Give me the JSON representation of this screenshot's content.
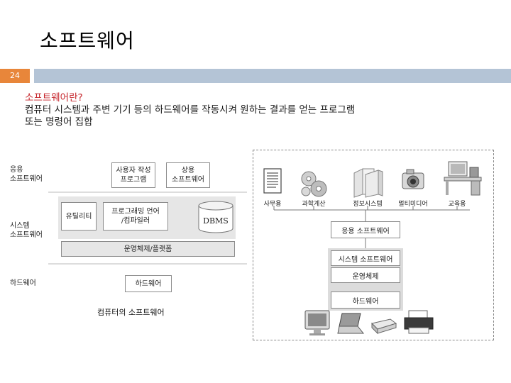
{
  "slide": {
    "title": "소프트웨어",
    "page_number": "24"
  },
  "body": {
    "heading": "소프트웨어란?",
    "line1": "컴퓨터 시스템과 주변 기기 등의 하드웨어를 작동시켜 원하는 결과를 얻는 프로그램",
    "line2": "또는 명령어 집합"
  },
  "left_diagram": {
    "side_labels": {
      "application": [
        "응용",
        "소프트웨어"
      ],
      "system": [
        "시스템",
        "소프트웨어"
      ],
      "hardware": "하드웨어"
    },
    "boxes": {
      "user_program": [
        "사용자 작성",
        "프로그램"
      ],
      "commercial": [
        "상용",
        "소프트웨어"
      ],
      "utility": "유틸리티",
      "language": [
        "프로그래밍 언어",
        "/컴파일러"
      ],
      "dbms": "DBMS",
      "os_platform": "운영체제/플랫폼",
      "hardware": "하드웨어"
    },
    "caption": "컴퓨터의 소프트웨어"
  },
  "right_diagram": {
    "icon_labels": [
      "사무용",
      "과학계산",
      "정보시스템",
      "멀티미디어",
      "교육용"
    ],
    "layers": {
      "application_sw": "응용 소프트웨어",
      "system_sw": "시스템 소프트웨어",
      "os": "운영체제",
      "hardware": "하드웨어"
    }
  },
  "icons": [
    "document-icon",
    "gears-icon",
    "server-icon",
    "camera-icon",
    "computer-desk-icon",
    "monitor-icon",
    "laptop-icon",
    "scanner-icon",
    "printer-icon"
  ]
}
